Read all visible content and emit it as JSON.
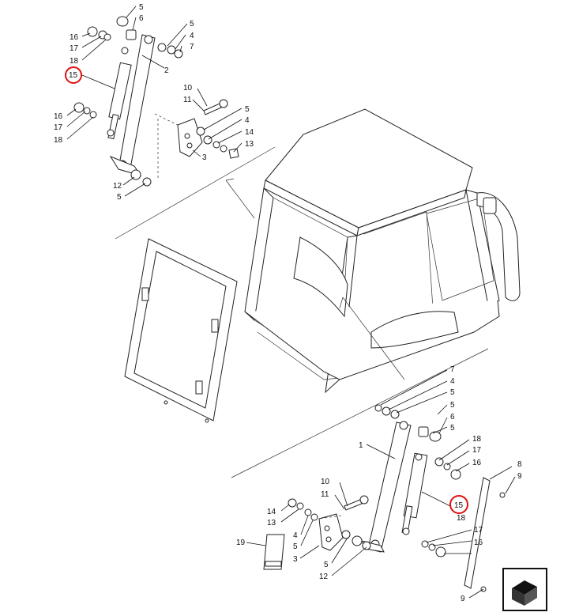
{
  "labels": {
    "top_left": [
      "5",
      "6",
      "5",
      "4",
      "7",
      "16",
      "17",
      "18",
      "2",
      "15",
      "10",
      "11",
      "5",
      "4",
      "14",
      "13",
      "16",
      "17",
      "18",
      "3",
      "12",
      "5"
    ],
    "bottom_right": [
      "7",
      "4",
      "5",
      "5",
      "6",
      "5",
      "1",
      "18",
      "17",
      "16",
      "8",
      "9",
      "15",
      "18",
      "17",
      "16",
      "10",
      "11",
      "14",
      "13",
      "4",
      "5",
      "3",
      "5",
      "12",
      "19",
      "9"
    ]
  },
  "highlighted_part": "15",
  "highlight_color": "#d11111",
  "icons": {
    "orientation": "view-orientation-icon"
  }
}
